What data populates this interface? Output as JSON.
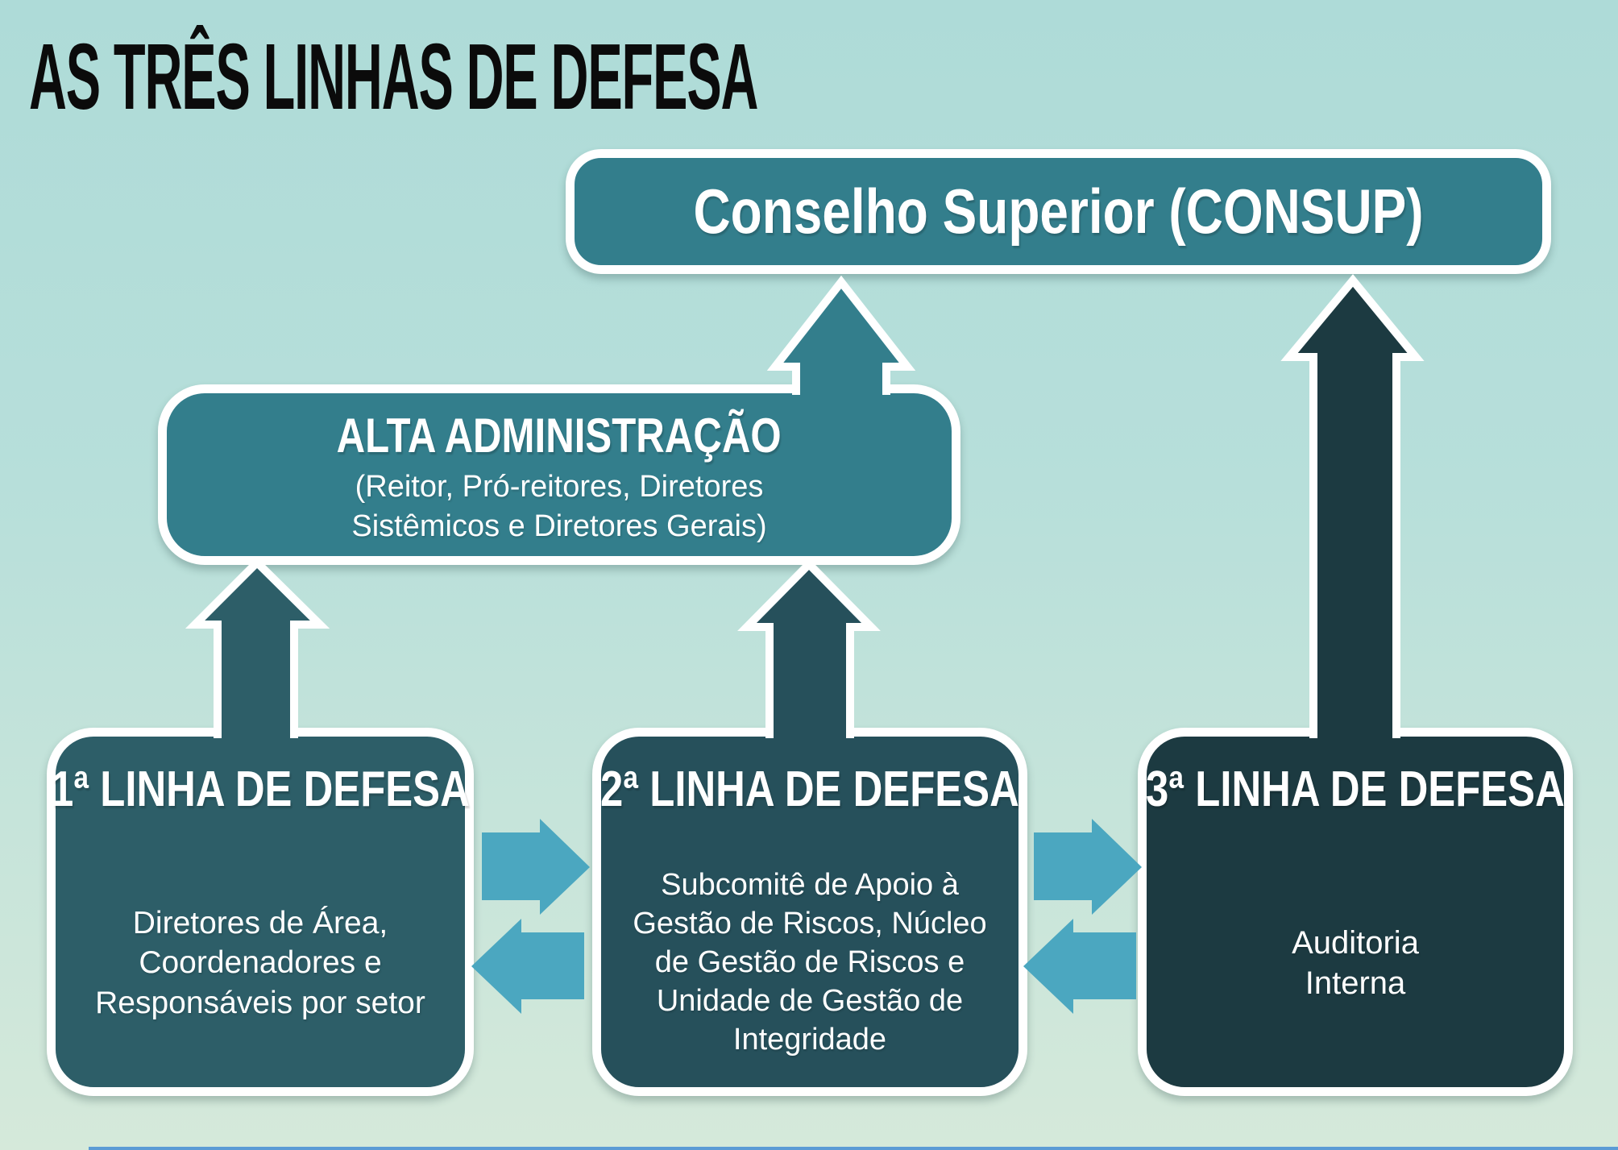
{
  "title": "AS TRÊS LINHAS DE DEFESA",
  "colors": {
    "background_top": "#aedbd8",
    "background_bottom": "#d5e9da",
    "teal_box": "#337e8c",
    "line1_box": "#2d5e68",
    "line2_box": "#26505b",
    "line3_box": "#1c3a41",
    "exchange_arrow_blue": "#4ba7c0",
    "arrow_outline_white": "#ffffff",
    "title_text": "#0b0b0b",
    "footer_strip_blue": "#5b9bd5"
  },
  "nodes": {
    "consup": {
      "label": "Conselho Superior (CONSUP)"
    },
    "alta": {
      "title": "ALTA ADMINISTRAÇÃO",
      "subtitle": "(Reitor, Pró-reitores, Diretores\nSistêmicos e Diretores Gerais)"
    },
    "line1": {
      "title": "1ª LINHA DE DEFESA",
      "body": "Diretores de Área,\nCoordenadores e\nResponsáveis por setor"
    },
    "line2": {
      "title": "2ª LINHA DE DEFESA",
      "body": "Subcomitê de Apoio à\nGestão de Riscos, Núcleo\nde Gestão de Riscos e\nUnidade de Gestão de\nIntegridade"
    },
    "line3": {
      "title": "3ª LINHA DE DEFESA",
      "body": "Auditoria\nInterna"
    }
  },
  "arrows": {
    "up_alta_to_consup": "alta-administracao to conselho-superior",
    "up_line1_to_alta": "1a-linha to alta-administracao",
    "up_line2_to_alta": "2a-linha to alta-administracao",
    "up_line3_to_consup": "3a-linha to conselho-superior",
    "right_line1_to_line2": "1a-linha to 2a-linha",
    "left_line2_to_line1": "2a-linha to 1a-linha",
    "right_line2_to_line3": "2a-linha to 3a-linha",
    "left_line3_to_line2": "3a-linha to 2a-linha"
  }
}
